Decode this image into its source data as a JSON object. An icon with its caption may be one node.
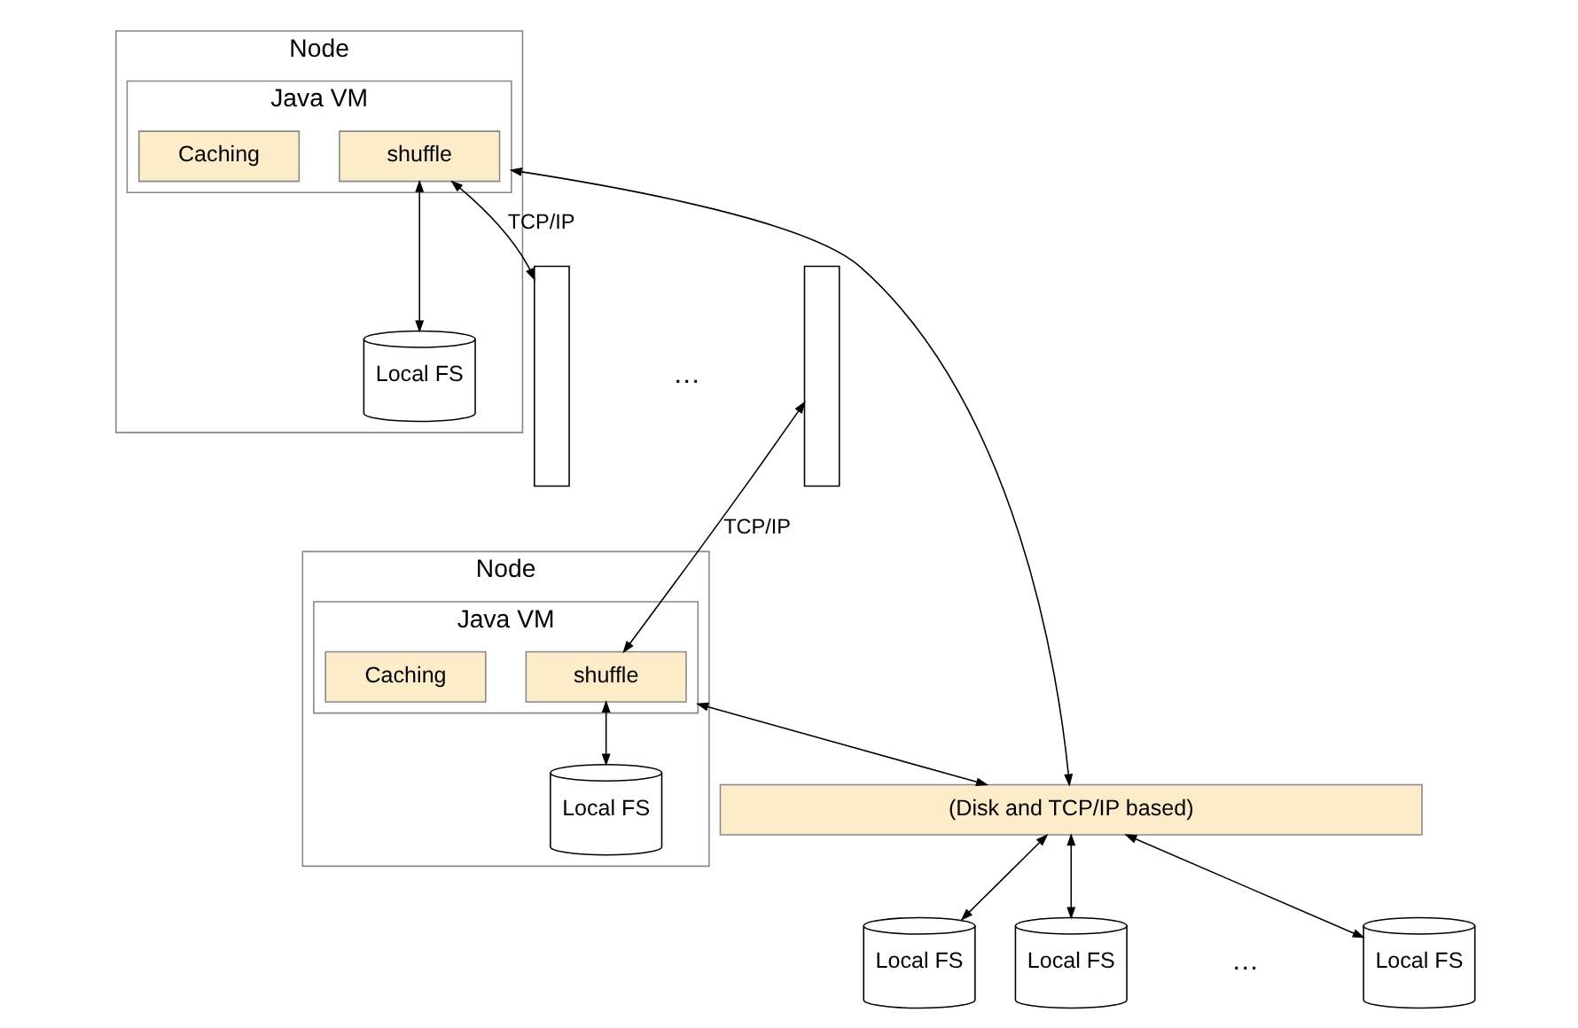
{
  "diagram": {
    "nodes": [
      {
        "text": [
          "Node"
        ]
      },
      {
        "text": [
          "Java VM"
        ],
        "in": 0
      },
      {
        "text": [
          "shuffle"
        ],
        "in": 1
      },
      {
        "text": [
          "Caching"
        ],
        "in": 1
      },
      {
        "text": [
          "Local FS"
        ],
        "in": 0
      },
      {
        "text": [
          "Node"
        ]
      },
      {
        "text": [
          "Java VM"
        ],
        "in": 5
      },
      {
        "text": [
          "shuffle"
        ],
        "in": 6
      },
      {
        "text": [
          "Caching"
        ],
        "in": 6
      },
      {
        "text": [
          "Local FS"
        ],
        "in": 5
      },
      {
        "text": [],
        "shape": "bar"
      },
      {
        "text": [],
        "shape": "bar"
      },
      {
        "text": [
          "(Disk and TCP/IP based)"
        ]
      },
      {
        "text": [
          "Local FS"
        ]
      },
      {
        "text": [
          "Local FS"
        ]
      },
      {
        "text": [
          "Local FS"
        ]
      }
    ],
    "edges": [
      {
        "from": 2,
        "to": 10,
        "arrow": "both",
        "label": "TCP/IP"
      },
      {
        "from": 11,
        "to": 7,
        "arrow": "both",
        "label": "TCP/IP"
      },
      {
        "from": 2,
        "to": 4,
        "arrow": "both"
      },
      {
        "from": 7,
        "to": 9,
        "arrow": "both"
      },
      {
        "from": 1,
        "to": 12,
        "arrow": "both"
      },
      {
        "from": 6,
        "to": 12,
        "arrow": "both"
      },
      {
        "from": 12,
        "to": 13,
        "arrow": "both"
      },
      {
        "from": 12,
        "to": 14,
        "arrow": "both"
      },
      {
        "from": 12,
        "to": 15,
        "arrow": "both"
      }
    ],
    "labels": [
      "…",
      "…"
    ]
  }
}
